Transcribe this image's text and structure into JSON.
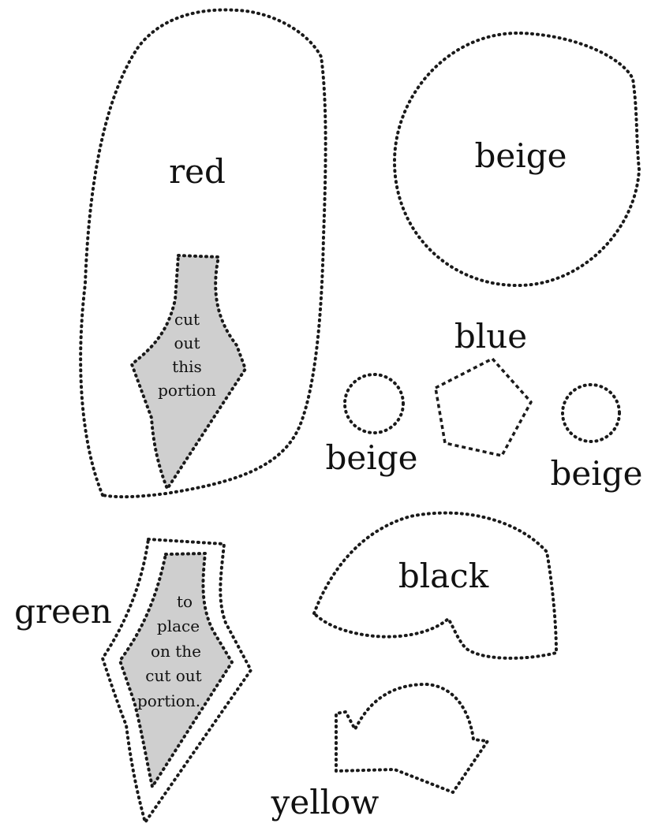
{
  "pieces": {
    "head": {
      "label": "red"
    },
    "face": {
      "label": "beige"
    },
    "eye_left": {
      "label": "beige"
    },
    "eye_right": {
      "label": "beige"
    },
    "beak": {
      "label": "blue"
    },
    "wing": {
      "label": "black"
    },
    "feet": {
      "label": "yellow"
    },
    "belly": {
      "label": "green"
    }
  },
  "notes": {
    "cutout": [
      "cut",
      "out",
      "this",
      "portion"
    ],
    "place": [
      "to",
      "place",
      "on the",
      "cut out",
      "portion."
    ]
  },
  "colors": {
    "outline": "#1a1a1a",
    "shading": "#cfcfcf",
    "background": "#ffffff"
  }
}
